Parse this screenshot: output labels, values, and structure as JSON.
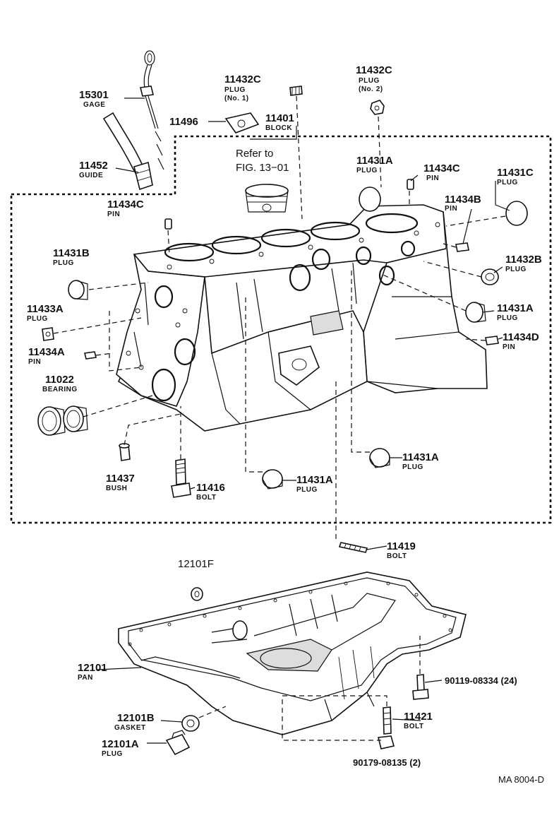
{
  "callouts": [
    {
      "id": "15301",
      "number": "15301",
      "desc": "GAGE"
    },
    {
      "id": "11452",
      "number": "11452",
      "desc": "GUIDE"
    },
    {
      "id": "11432c-1",
      "number": "11432C",
      "desc": "PLUG",
      "desc2": "(No. 1)"
    },
    {
      "id": "11432c-2",
      "number": "11432C",
      "desc": "PLUG",
      "desc2": "(No. 2)"
    },
    {
      "id": "11496",
      "number": "11496",
      "desc": ""
    },
    {
      "id": "11401",
      "number": "11401",
      "desc": "BLOCK"
    },
    {
      "id": "11431a-top",
      "number": "11431A",
      "desc": "PLUG"
    },
    {
      "id": "11434c-right",
      "number": "11434C",
      "desc": "PIN"
    },
    {
      "id": "11431c",
      "number": "11431C",
      "desc": "PLUG"
    },
    {
      "id": "11434b",
      "number": "11434B",
      "desc": "PIN"
    },
    {
      "id": "11434c-left",
      "number": "11434C",
      "desc": "PIN"
    },
    {
      "id": "11431b",
      "number": "11431B",
      "desc": "PLUG"
    },
    {
      "id": "11432b",
      "number": "11432B",
      "desc": "PLUG"
    },
    {
      "id": "11433a",
      "number": "11433A",
      "desc": "PLUG"
    },
    {
      "id": "11431a-right",
      "number": "11431A",
      "desc": "PLUG"
    },
    {
      "id": "11434a",
      "number": "11434A",
      "desc": "PIN"
    },
    {
      "id": "11434d",
      "number": "11434D",
      "desc": "PIN"
    },
    {
      "id": "11022",
      "number": "11022",
      "desc": "BEARING"
    },
    {
      "id": "11431a-mid",
      "number": "11431A",
      "desc": "PLUG"
    },
    {
      "id": "11437",
      "number": "11437",
      "desc": "BUSH"
    },
    {
      "id": "11416",
      "number": "11416",
      "desc": "BOLT"
    },
    {
      "id": "11431a-bot",
      "number": "11431A",
      "desc": "PLUG"
    },
    {
      "id": "11419",
      "number": "11419",
      "desc": "BOLT"
    },
    {
      "id": "12101f",
      "number": "12101F",
      "desc": ""
    },
    {
      "id": "12101",
      "number": "12101",
      "desc": "PAN"
    },
    {
      "id": "90119",
      "number": "90119-08334 (24)",
      "desc": ""
    },
    {
      "id": "12101b",
      "number": "12101B",
      "desc": "GASKET"
    },
    {
      "id": "11421",
      "number": "11421",
      "desc": "BOLT"
    },
    {
      "id": "12101a",
      "number": "12101A",
      "desc": "PLUG"
    },
    {
      "id": "90179",
      "number": "90179-08135 (2)",
      "desc": ""
    }
  ],
  "refer": {
    "line1": "Refer to",
    "line2": "FIG. 13−01"
  },
  "footer": {
    "code": "MA  8004-D"
  }
}
